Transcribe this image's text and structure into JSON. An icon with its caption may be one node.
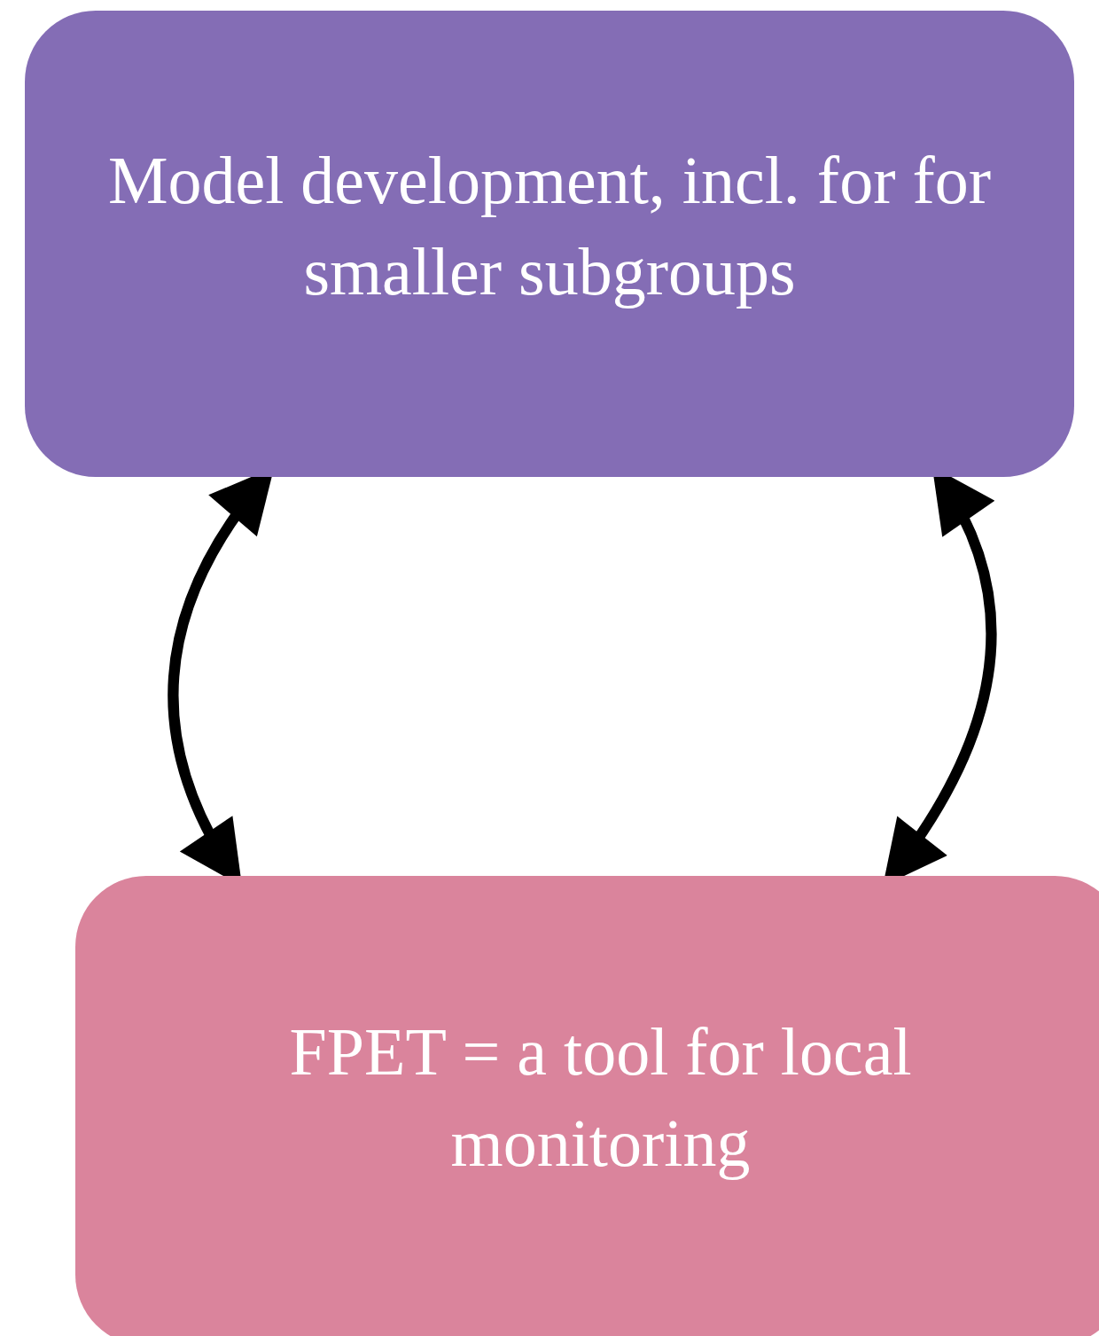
{
  "diagram": {
    "nodes": [
      {
        "text": [
          "Model development, incl. for for smaller subgroups"
        ]
      },
      {
        "text": [
          "FPET = a tool for local monitoring"
        ]
      }
    ],
    "edges": [
      {
        "from": 0,
        "to": 1,
        "arrow": "both"
      },
      {
        "from": 0,
        "to": 1,
        "arrow": "both"
      }
    ]
  }
}
